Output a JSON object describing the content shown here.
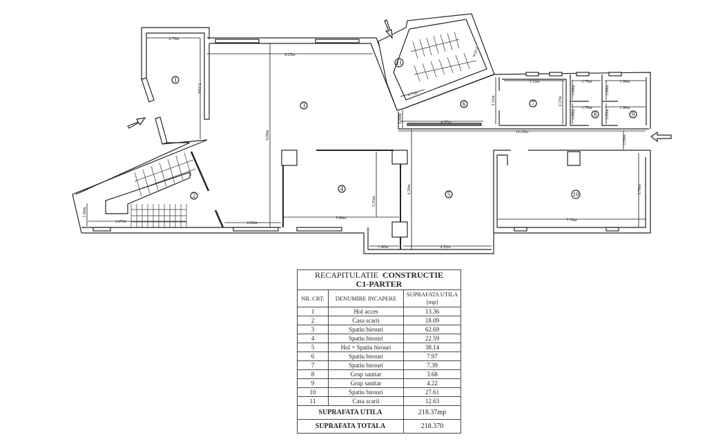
{
  "plan": {
    "rooms": [
      "1",
      "2",
      "3",
      "4",
      "5",
      "6",
      "7",
      "8",
      "9",
      "10",
      "11"
    ],
    "dims": {
      "r1_w": "2.79m",
      "r1_h": "5.12m",
      "r3_w": "8.25m",
      "r3_h": "9.08m",
      "r4_w": "5.80m",
      "r4_h": "5.03m",
      "r5_w": "4.52m",
      "r5_h": "6.30m",
      "r5_small": "1.40m",
      "r2_w": "6.87m",
      "r2_h": "1.80m",
      "r2_b": "2.85m",
      "r6_w": "4.97m",
      "r6_h": "2.31m",
      "r6_small": "0.80m",
      "r7_w": "3.12m",
      "r7_h": "2.37m",
      "r8_w1": "1.70m",
      "r8_w2": "1.70m",
      "r8_h1": "1.06m",
      "r8_h2": "1.05m",
      "r9_w1": "1.96m",
      "r9_w2": "1.96m",
      "r9_h1": "1.06m",
      "r9_h2": "1.05m",
      "corr_w": "12.25m",
      "corr_h": "1.30m",
      "r10_w": "7.76m",
      "r10_h": "3.78m",
      "r11_w": "4.71m",
      "r11_h": "2.41m"
    }
  },
  "table": {
    "title_a": "RECAPITULATIE",
    "title_b": "CONSTRUCTIE",
    "title_c": "C1-PARTER",
    "headers": [
      "NR. CRT.",
      "DENUMIRE INCAPERE",
      "SUPRAFATA UTILA [mp]"
    ],
    "rows": [
      {
        "nr": "1",
        "name": "Hol acces",
        "area": "13.36"
      },
      {
        "nr": "2",
        "name": "Casa scarii",
        "area": "18.09"
      },
      {
        "nr": "3",
        "name": "Spatiu birouri",
        "area": "62.69"
      },
      {
        "nr": "4",
        "name": "Spatiu birouri",
        "area": "22.59"
      },
      {
        "nr": "5",
        "name": "Hol + Spatiu birouri",
        "area": "38.14"
      },
      {
        "nr": "6",
        "name": "Spatiu birouri",
        "area": "7.97"
      },
      {
        "nr": "7",
        "name": "Spatiu birouri",
        "area": "7.39"
      },
      {
        "nr": "8",
        "name": "Grup sanitar",
        "area": "3.68"
      },
      {
        "nr": "9",
        "name": "Grup sanitar",
        "area": "4.22"
      },
      {
        "nr": "10",
        "name": "Spatiu birouri",
        "area": "27.61"
      },
      {
        "nr": "11",
        "name": "Casa scarii",
        "area": "12.63"
      }
    ],
    "util_label": "SUPRAFATA UTILA",
    "util_value": "218.37mp",
    "total_label": "SUPRAFATA TOTALA",
    "total_value": "218.370"
  }
}
